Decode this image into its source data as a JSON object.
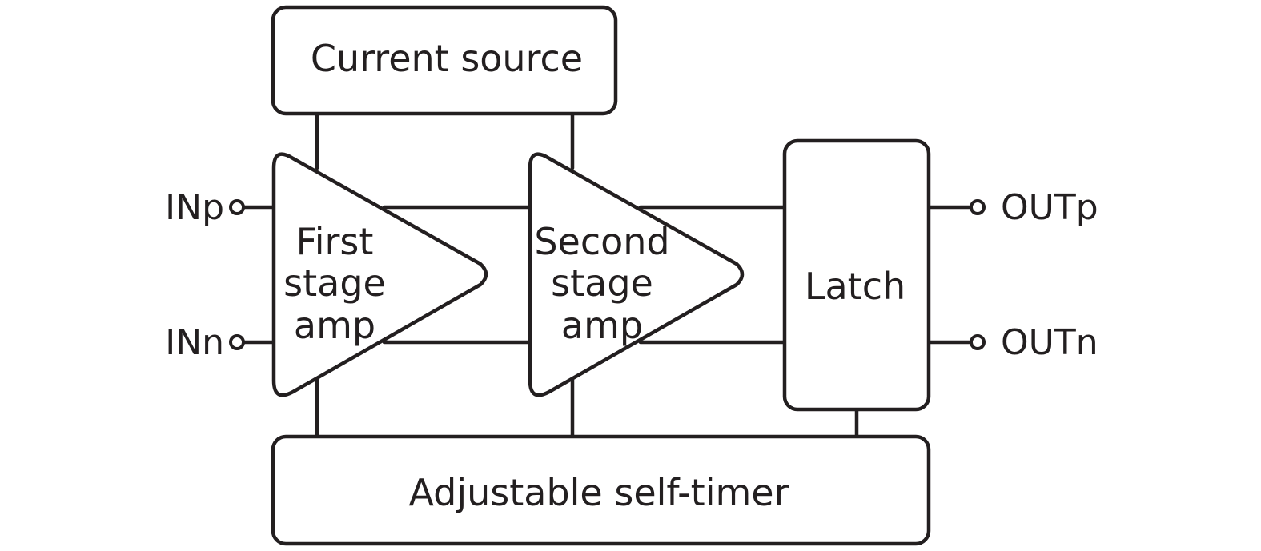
{
  "blocks": {
    "current_source": "Current source",
    "first_stage": [
      "First",
      "stage",
      "amp"
    ],
    "second_stage": [
      "Second",
      "stage",
      "amp"
    ],
    "latch": "Latch",
    "self_timer": "Adjustable self-timer"
  },
  "ports": {
    "in_p": "INp",
    "in_n": "INn",
    "out_p": "OUTp",
    "out_n": "OUTn"
  },
  "colors": {
    "stroke": "#231f20",
    "background": "#ffffff"
  }
}
